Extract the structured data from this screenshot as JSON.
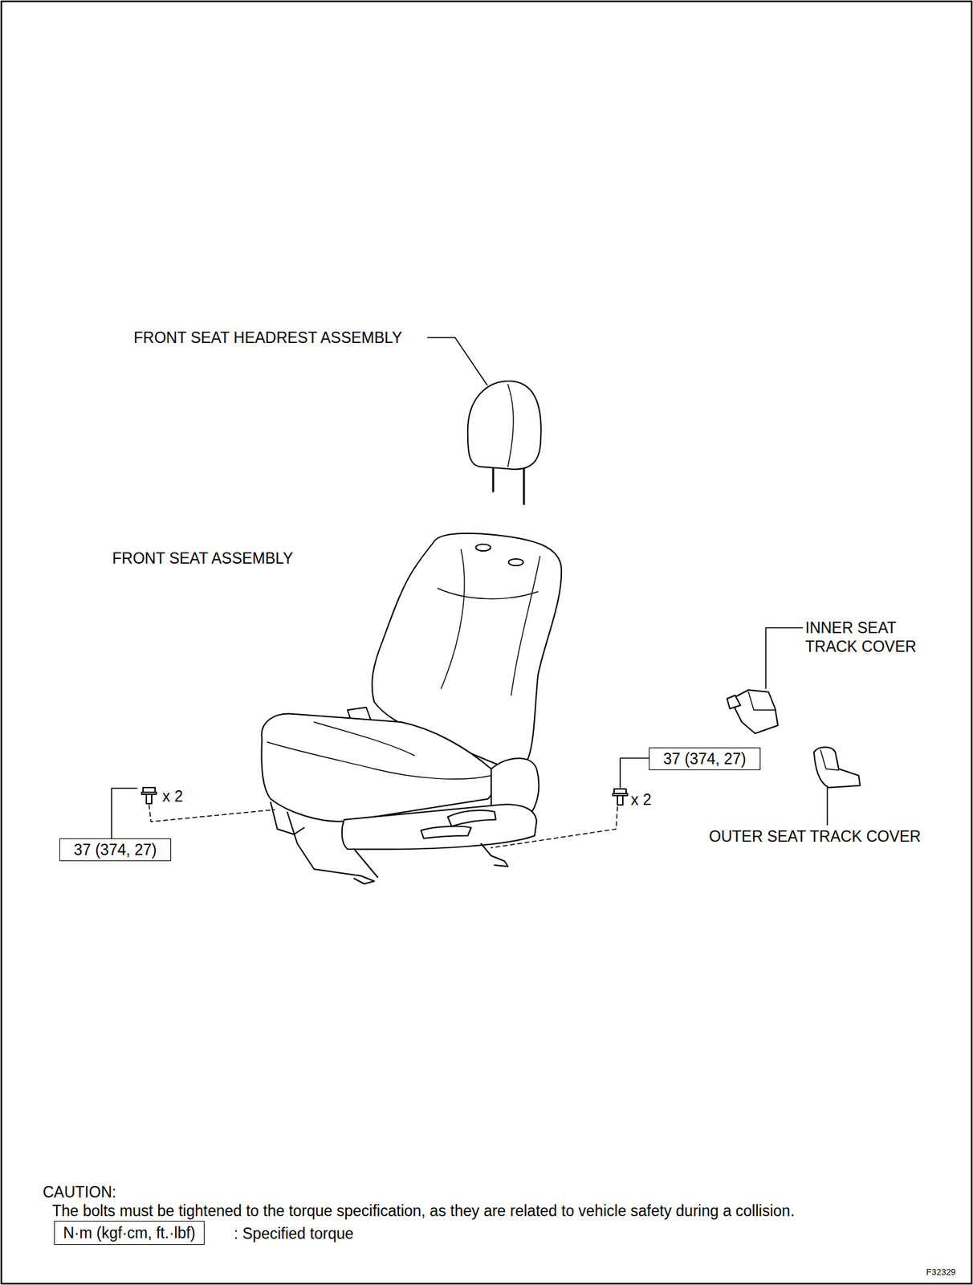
{
  "diagram": {
    "nodes": [
      {
        "text": [
          "37 (374, 27)"
        ]
      },
      {
        "text": [
          "37 (374, 27)"
        ]
      },
      {
        "text": [
          "N·m (kgf·cm, ft.·lbf)"
        ]
      }
    ],
    "labels": [
      "FRONT SEAT HEADREST ASSEMBLY",
      "FRONT SEAT ASSEMBLY",
      "INNER SEAT TRACK COVER",
      "x 2",
      "x 2",
      "OUTER SEAT TRACK COVER",
      "CAUTION:",
      "The bolts must be tightened to the torque specification, as they are related to vehicle safety during a collision.",
      ": Specified torque",
      "F32329"
    ]
  }
}
